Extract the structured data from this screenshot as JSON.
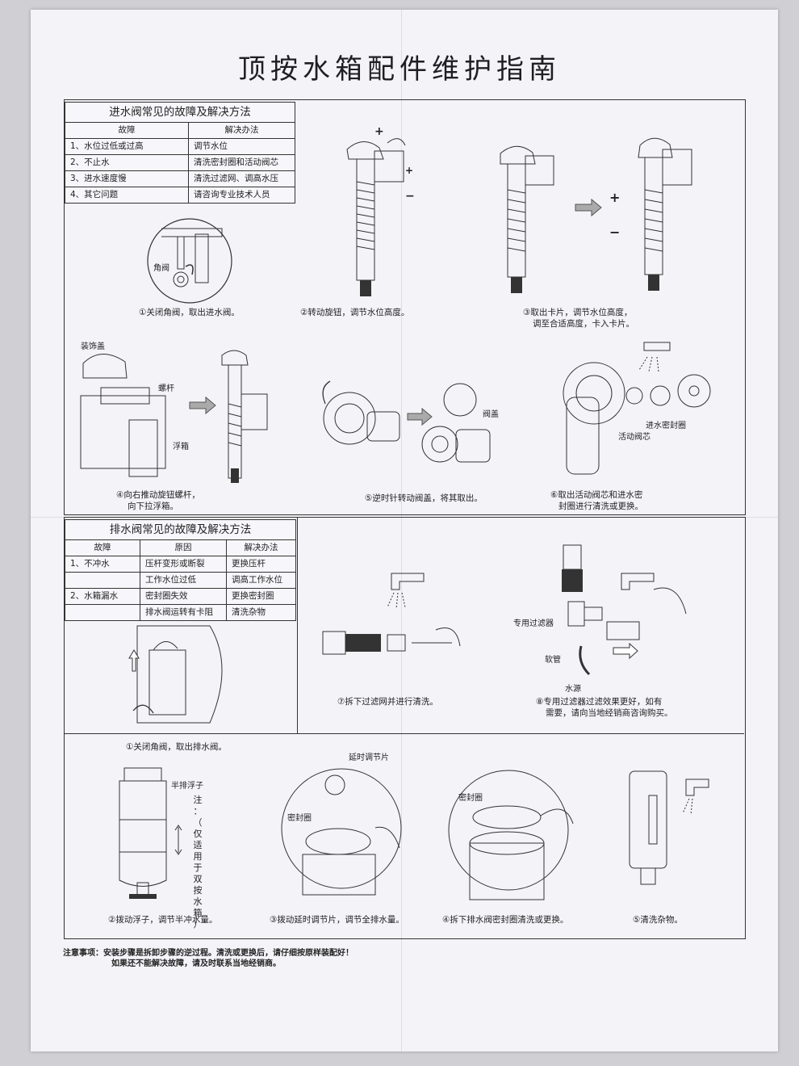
{
  "title": "顶按水箱配件维护指南",
  "inlet_table": {
    "caption": "进水阀常见的故障及解决方法",
    "headers": [
      "故障",
      "解决办法"
    ],
    "rows": [
      [
        "1、水位过低或过高",
        "调节水位"
      ],
      [
        "2、不止水",
        "清洗密封圈和活动阀芯"
      ],
      [
        "3、进水速度慢",
        "清洗过滤网、调高水压"
      ],
      [
        "4、其它问题",
        "请咨询专业技术人员"
      ]
    ]
  },
  "inlet_steps": {
    "s1": "①关闭角阀，取出进水阀。",
    "s2": "②转动旋钮，调节水位高度。",
    "s3_l1": "③取出卡片，调节水位高度，",
    "s3_l2": "调至合适高度，卡入卡片。",
    "s4_l1": "④向右推动旋钮螺杆，",
    "s4_l2": "向下拉浮箱。",
    "s5": "⑤逆时针转动阀盖，将其取出。",
    "s6_l1": "⑥取出活动阀芯和进水密",
    "s6_l2": "封圈进行清洗或更换。",
    "s7": "⑦拆下过滤网并进行清洗。",
    "s8_l1": "⑧专用过滤器过滤效果更好，如有",
    "s8_l2": "需要，请向当地经销商咨询购买。"
  },
  "inlet_labels": {
    "angle_valve": "角阀",
    "cover": "装饰盖",
    "screw": "螺杆",
    "float_box": "浮箱",
    "valve_cap": "阀盖",
    "inlet_seal": "进水密封圈",
    "moving_core": "活动阀芯",
    "filter": "专用过滤器",
    "hose": "软管",
    "tap": "水源"
  },
  "drain_table": {
    "caption": "排水阀常见的故障及解决方法",
    "headers": [
      "故障",
      "原因",
      "解决办法"
    ],
    "rows": [
      [
        "1、不冲水",
        "压杆变形或断裂",
        "更换压杆"
      ],
      [
        "",
        "工作水位过低",
        "调高工作水位"
      ],
      [
        "2、水箱漏水",
        "密封圈失效",
        "更换密封圈"
      ],
      [
        "",
        "排水阀运转有卡阻",
        "清洗杂物"
      ]
    ]
  },
  "drain_steps": {
    "s1": "①关闭角阀，取出排水阀。",
    "s2": "②拨动浮子，调节半冲水量。",
    "s3": "③拨动延时调节片，调节全排水量。",
    "s4": "④拆下排水阀密封圈清洗或更换。",
    "s5": "⑤清洗杂物。"
  },
  "drain_labels": {
    "half_float": "半排浮子",
    "note_vertical": "注：（仅适用于双按水箱）",
    "delay_plate": "延时调节片",
    "seal_a": "密封圈",
    "seal_b": "密封圈"
  },
  "notes": {
    "line1": "注意事项：安装步骤是拆卸步骤的逆过程。清洗或更换后，请仔细按原样装配好！",
    "line2": "如果还不能解决故障，请及时联系当地经销商。"
  }
}
